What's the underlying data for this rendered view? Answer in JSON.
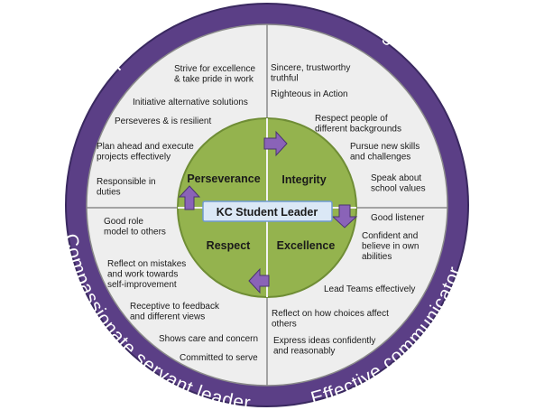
{
  "colors": {
    "ring": "#5b3f86",
    "ring_edge": "#3a2960",
    "panel": "#eeeeee",
    "panel_edge": "#8a8a8a",
    "core": "#94b34e",
    "core_edge": "#6f8d35",
    "center_box": "#dbe8f6",
    "center_box_edge": "#6f9ad1",
    "arrow": "#8a63b8"
  },
  "outer_ring": {
    "labels": {
      "top_left": "Innovative problem solver",
      "top_right": "Discerning citizen of the world",
      "bottom_right": "Effective communicator",
      "bottom_left": "Compassionate servant leader"
    }
  },
  "center": {
    "label": "KC Student Leader"
  },
  "core_values": {
    "perseverance": "Perseverance",
    "integrity": "Integrity",
    "respect": "Respect",
    "excellence": "Excellence"
  },
  "quadrants": {
    "top_left": {
      "traits": [
        [
          "Strive for excellence",
          "& take pride in work"
        ],
        [
          "Initiative alternative solutions"
        ],
        [
          "Perseveres & is resilient"
        ],
        [
          "Plan ahead and execute",
          "projects effectively"
        ],
        [
          "Responsible in",
          "duties"
        ]
      ]
    },
    "top_right": {
      "traits": [
        [
          "Sincere, trustworthy",
          "truthful"
        ],
        [
          "Righteous in Action"
        ],
        [
          "Respect people of",
          "different backgrounds"
        ],
        [
          "Pursue new skills",
          "and challenges"
        ],
        [
          "Speak about",
          "school values"
        ]
      ]
    },
    "bottom_left": {
      "traits": [
        [
          "Good role",
          "model to others"
        ],
        [
          "Reflect on mistakes",
          "and work towards",
          "self-improvement"
        ],
        [
          "Receptive to feedback",
          "and different views"
        ],
        [
          "Shows care and concern"
        ],
        [
          "Committed to serve"
        ]
      ]
    },
    "bottom_right": {
      "traits": [
        [
          "Good listener"
        ],
        [
          "Confident and",
          "believe in own",
          "abilities"
        ],
        [
          "Lead Teams effectively"
        ],
        [
          "Reflect on how choices affect",
          "others"
        ],
        [
          "Express ideas confidently",
          "and reasonably"
        ]
      ]
    }
  }
}
